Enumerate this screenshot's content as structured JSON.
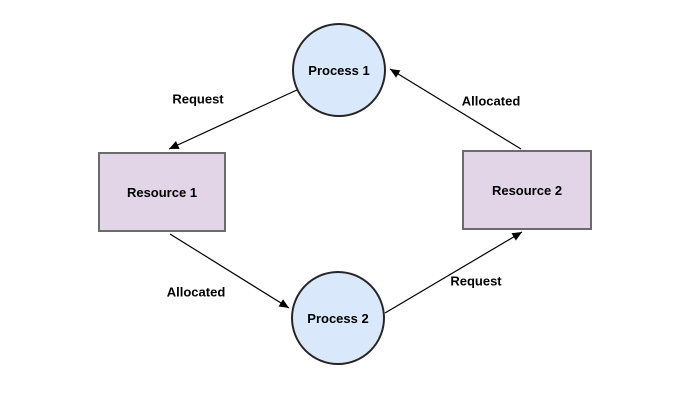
{
  "diagram": {
    "type": "resource-allocation-graph",
    "background": "#ffffff",
    "colors": {
      "process_fill": "#dae8fc",
      "process_border": "#262626",
      "resource_fill": "#e1d5e7",
      "resource_border": "#6b6b6b",
      "edge_stroke": "#000000",
      "label_text": "#000000"
    },
    "nodes": [
      {
        "id": "process1",
        "label": "Process 1",
        "shape": "circle"
      },
      {
        "id": "resource1",
        "label": "Resource 1",
        "shape": "rectangle"
      },
      {
        "id": "resource2",
        "label": "Resource 2",
        "shape": "rectangle"
      },
      {
        "id": "process2",
        "label": "Process 2",
        "shape": "circle"
      }
    ],
    "edges": [
      {
        "from": "Process 1",
        "to": "Resource 1",
        "label": "Request"
      },
      {
        "from": "Resource 2",
        "to": "Process 1",
        "label": "Allocated"
      },
      {
        "from": "Resource 1",
        "to": "Process 2",
        "label": "Allocated"
      },
      {
        "from": "Process 2",
        "to": "Resource 2",
        "label": "Request"
      }
    ]
  }
}
